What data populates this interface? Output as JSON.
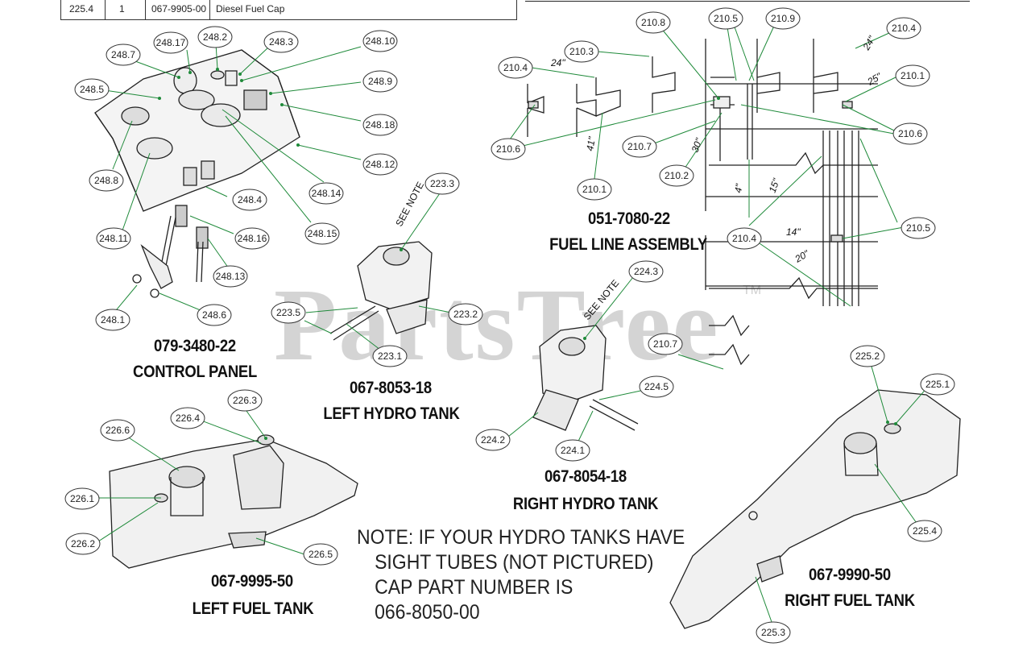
{
  "parts_row": {
    "ref": "225.4",
    "qty": "1",
    "part_number": "067-9905-00",
    "description": "Diesel Fuel Cap"
  },
  "watermark": {
    "text": "PartsTree",
    "tm": "TM"
  },
  "assemblies": [
    {
      "id": "control-panel",
      "number": "079-3480-22",
      "name": "CONTROL PANEL"
    },
    {
      "id": "left-hydro",
      "number": "067-8053-18",
      "name": "LEFT HYDRO TANK"
    },
    {
      "id": "fuel-line",
      "number": "051-7080-22",
      "name": "FUEL LINE ASSEMBLY"
    },
    {
      "id": "right-hydro",
      "number": "067-8054-18",
      "name": "RIGHT HYDRO TANK"
    },
    {
      "id": "left-fuel",
      "number": "067-9995-50",
      "name": "LEFT FUEL TANK"
    },
    {
      "id": "right-fuel",
      "number": "067-9990-50",
      "name": "RIGHT FUEL TANK"
    }
  ],
  "note_lines": [
    "NOTE: IF YOUR HYDRO TANKS HAVE",
    "SIGHT TUBES (NOT PICTURED)",
    "CAP PART NUMBER IS",
    "066-8050-00"
  ],
  "see_note": "SEE NOTE",
  "callouts": {
    "c248_7": "248.7",
    "c248_17": "248.17",
    "c248_2": "248.2",
    "c248_3": "248.3",
    "c248_10": "248.10",
    "c248_5": "248.5",
    "c248_9": "248.9",
    "c248_18": "248.18",
    "c248_12": "248.12",
    "c248_8": "248.8",
    "c248_14": "248.14",
    "c248_4": "248.4",
    "c248_16": "248.16",
    "c248_11": "248.11",
    "c248_15": "248.15",
    "c248_13": "248.13",
    "c248_1": "248.1",
    "c248_6": "248.6",
    "c223_3": "223.3",
    "c223_5": "223.5",
    "c223_2": "223.2",
    "c223_1": "223.1",
    "c224_3": "224.3",
    "c224_5": "224.5",
    "c224_2": "224.2",
    "c224_1": "224.1",
    "c226_3": "226.3",
    "c226_4": "226.4",
    "c226_6": "226.6",
    "c226_1": "226.1",
    "c226_2": "226.2",
    "c226_5": "226.5",
    "c225_2": "225.2",
    "c225_1": "225.1",
    "c225_4": "225.4",
    "c225_3": "225.3",
    "c210_8": "210.8",
    "c210_5a": "210.5",
    "c210_9": "210.9",
    "c210_4a": "210.4",
    "c210_3": "210.3",
    "c210_4b": "210.4",
    "c210_1a": "210.1",
    "c210_6a": "210.6",
    "c210_7a": "210.7",
    "c210_2": "210.2",
    "c210_6b": "210.6",
    "c210_1b": "210.1",
    "c210_4c": "210.4",
    "c210_5b": "210.5",
    "c210_7b": "210.7"
  },
  "dimensions": {
    "d24a": "24\"",
    "d24b": "24\"",
    "d25": "25\"",
    "d41": "41\"",
    "d30": "30\"",
    "d4": "4\"",
    "d15": "15\"",
    "d14": "14\"",
    "d20": "20\""
  }
}
